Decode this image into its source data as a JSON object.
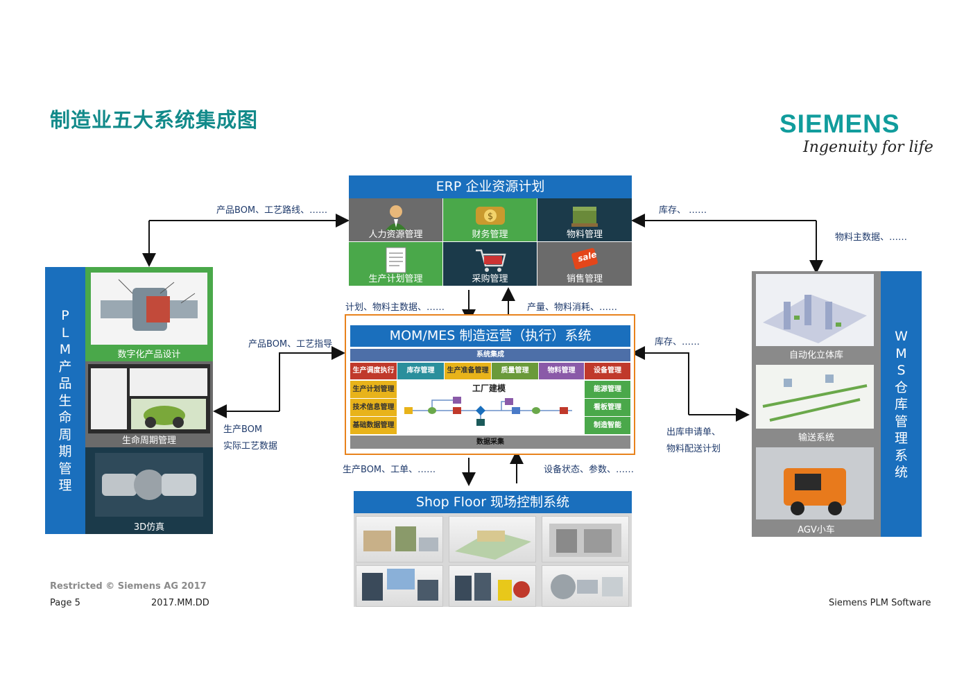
{
  "title": "制造业五大系统集成图",
  "logo": {
    "brand": "SIEMENS",
    "tagline": "Ingenuity for life"
  },
  "erp": {
    "header": "ERP 企业资源计划",
    "tiles": [
      "人力资源管理",
      "财务管理",
      "物料管理",
      "生产计划管理",
      "采购管理",
      "销售管理"
    ],
    "sale_badge": "sale"
  },
  "mes": {
    "header": "MOM/MES 制造运营（执行）系统",
    "integration": "系统集成",
    "top_row": [
      "生产调度执行",
      "库存管理",
      "生产准备管理",
      "质量管理",
      "物料管理",
      "设备管理"
    ],
    "left_col": [
      "生产计划管理",
      "技术信息管理",
      "基础数据管理"
    ],
    "right_col": [
      "能源管理",
      "看板管理",
      "制造智能"
    ],
    "factory_model": "工厂建模",
    "data_collect": "数据采集"
  },
  "plm": {
    "vertical": [
      "P",
      "L",
      "M",
      "产",
      "品",
      "生",
      "命",
      "周",
      "期",
      "管",
      "理"
    ],
    "tiles": [
      "数字化产品设计",
      "生命周期管理",
      "3D仿真"
    ]
  },
  "wms": {
    "vertical": [
      "W",
      "M",
      "S",
      "仓",
      "库",
      "管",
      "理",
      "系",
      "统"
    ],
    "tiles": [
      "自动化立体库",
      "输送系统",
      "AGV小车"
    ]
  },
  "shopfloor": {
    "header": "Shop Floor 现场控制系统"
  },
  "labels": {
    "plm_erp": "产品BOM、工艺路线、……",
    "erp_wms_top": "库存、 ……",
    "wms_erp_right": "物料主数据、……",
    "erp_mes_down": "计划、物料主数据、……",
    "mes_erp_up": "产量、物料消耗、……",
    "plm_mes": "产品BOM、工艺指导",
    "mes_plm_1": "生产BOM",
    "mes_plm_2": "实际工艺数据",
    "wms_mes": "库存、……",
    "mes_wms_1": "出库申请单、",
    "mes_wms_2": "物料配送计划",
    "mes_sf_down": "生产BOM、工单、……",
    "sf_mes_up": "设备状态、参数、……"
  },
  "footer": {
    "restricted": "Restricted © Siemens AG 2017",
    "page": "Page 5",
    "date": "2017.MM.DD",
    "company": "Siemens PLM Software"
  }
}
